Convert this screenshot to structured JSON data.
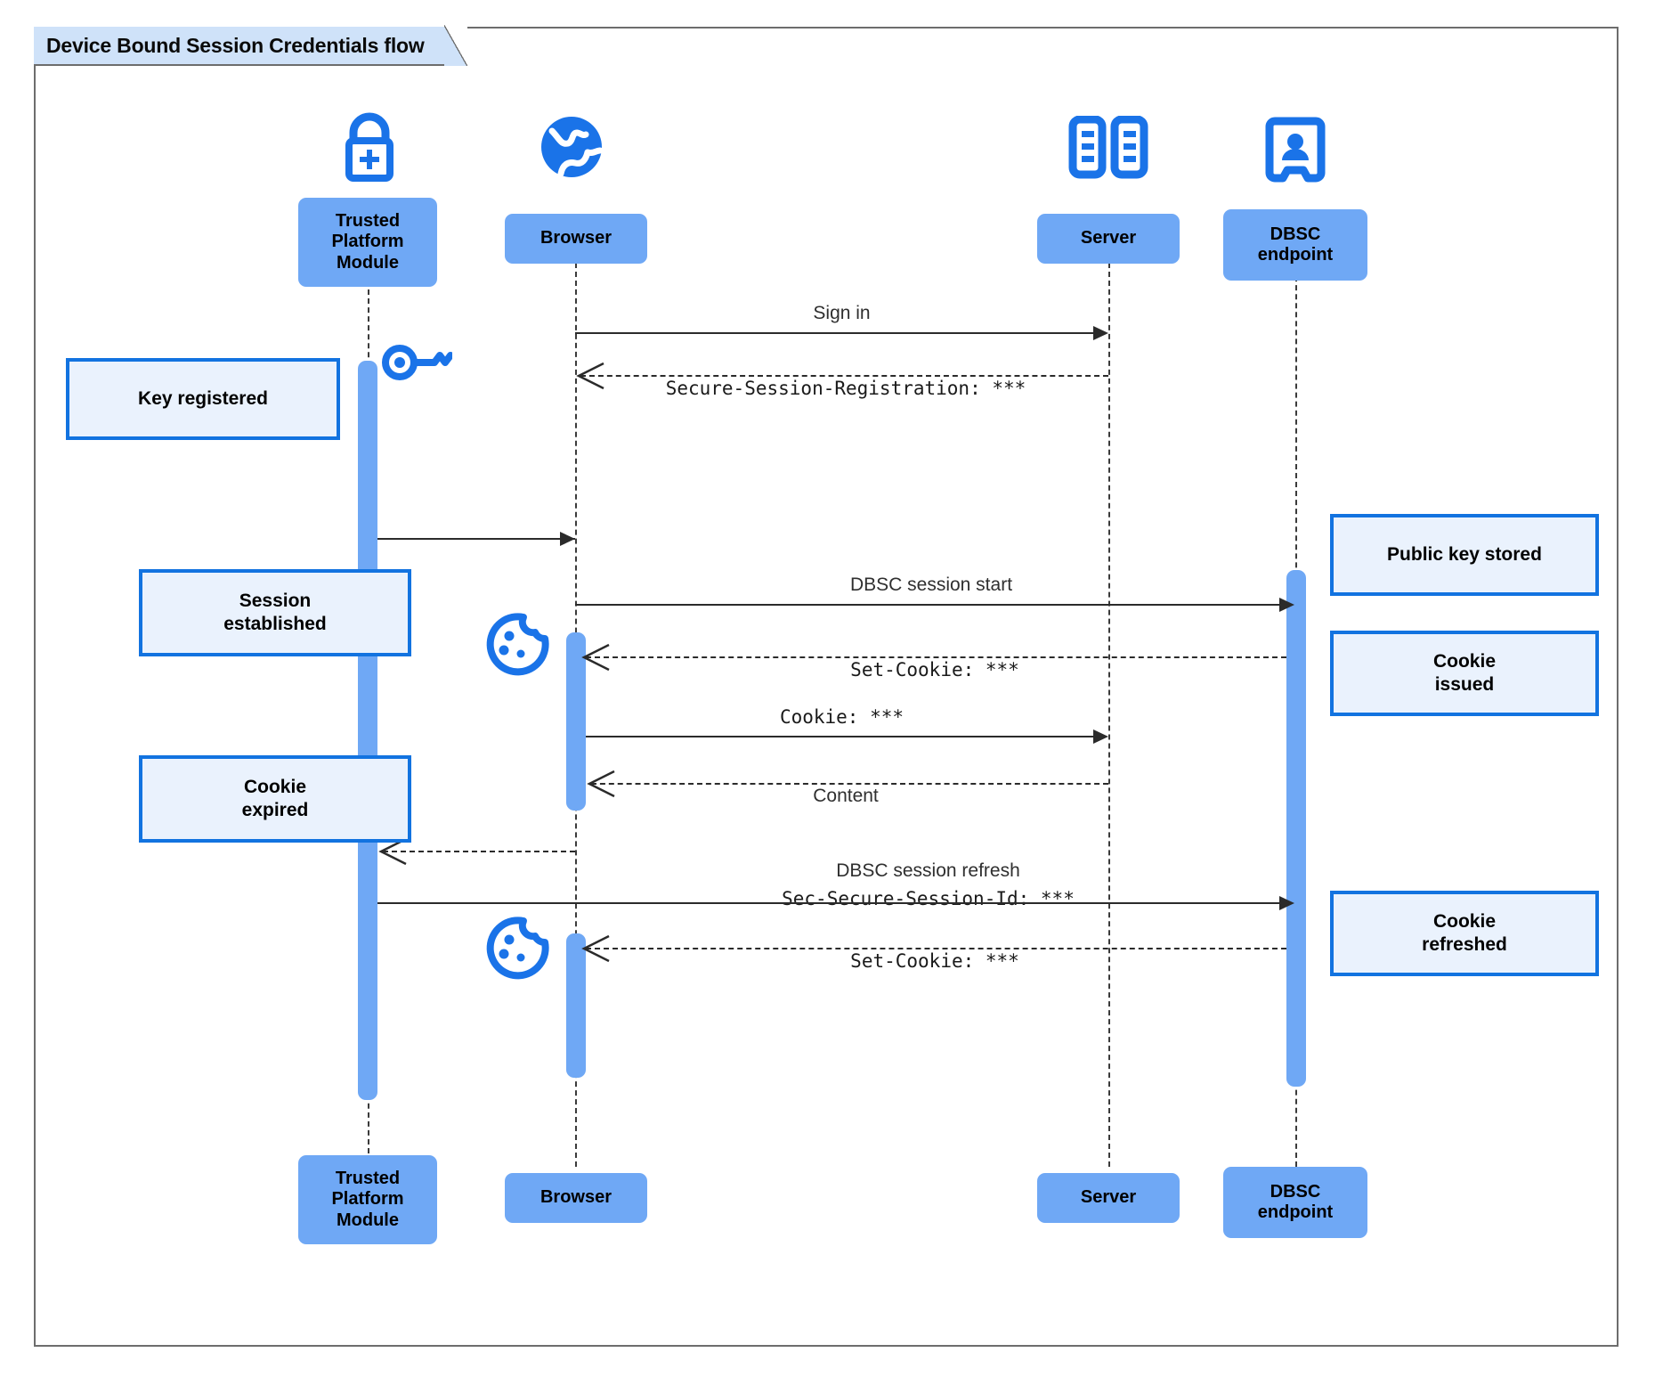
{
  "diagram": {
    "type": "uml-sequence-diagram",
    "title": "Device Bound Session Credentials flow",
    "colors": {
      "participant_fill": "#6fa8f5",
      "note_fill": "#eaf2fd",
      "note_border": "#1273e0",
      "icon_blue": "#1a73e8",
      "frame_border": "#6d6d6d",
      "frame_tab_fill": "#cfe2f9",
      "message_line": "#2b2b2b"
    }
  },
  "participants": [
    {
      "id": "tpm",
      "label": "Trusted\nPlatform\nModule",
      "icon": "lock-plus-icon"
    },
    {
      "id": "browser",
      "label": "Browser",
      "icon": "globe-icon"
    },
    {
      "id": "server",
      "label": "Server",
      "icon": "server-rack-icon"
    },
    {
      "id": "dbsc",
      "label": "DBSC\nendpoint",
      "icon": "id-badge-icon"
    }
  ],
  "participants_bottom": [
    {
      "id": "tpm",
      "label": "Trusted\nPlatform\nModule"
    },
    {
      "id": "browser",
      "label": "Browser"
    },
    {
      "id": "server",
      "label": "Server"
    },
    {
      "id": "dbsc",
      "label": "DBSC\nendpoint"
    }
  ],
  "messages": [
    {
      "id": "m1",
      "from": "browser",
      "to": "server",
      "label": "Sign in",
      "style": "solid",
      "font": "sans"
    },
    {
      "id": "m2",
      "from": "server",
      "to": "browser",
      "label": "Secure-Session-Registration: ***",
      "style": "dashed",
      "font": "mono"
    },
    {
      "id": "m3",
      "from": "tpm",
      "to": "browser",
      "label": "",
      "style": "solid",
      "font": "sans"
    },
    {
      "id": "m4",
      "from": "browser",
      "to": "dbsc",
      "label": "DBSC session start",
      "style": "solid",
      "font": "sans"
    },
    {
      "id": "m5",
      "from": "dbsc",
      "to": "browser",
      "label": "Set-Cookie: ***",
      "style": "dashed",
      "font": "mono"
    },
    {
      "id": "m6",
      "from": "browser",
      "to": "server",
      "label": "Cookie: ***",
      "style": "solid",
      "font": "mono"
    },
    {
      "id": "m7",
      "from": "server",
      "to": "browser",
      "label": "Content",
      "style": "dashed",
      "font": "sans"
    },
    {
      "id": "m8",
      "from": "browser",
      "to": "tpm",
      "label": "",
      "style": "dashed",
      "font": "sans"
    },
    {
      "id": "m9",
      "from": "tpm",
      "to": "dbsc",
      "label_line1": "DBSC session refresh",
      "label_line2": "Sec-Secure-Session-Id: ***",
      "style": "solid",
      "font": "mixed"
    },
    {
      "id": "m10",
      "from": "dbsc",
      "to": "browser",
      "label": "Set-Cookie: ***",
      "style": "dashed",
      "font": "mono"
    }
  ],
  "notes": [
    {
      "id": "n1",
      "side": "left",
      "target": "tpm",
      "label": "Key registered",
      "icon": "key-icon"
    },
    {
      "id": "n2",
      "side": "left",
      "target": "tpm",
      "label": "Session\nestablished"
    },
    {
      "id": "n3",
      "side": "left",
      "target": "tpm",
      "label": "Cookie\nexpired"
    },
    {
      "id": "n4",
      "side": "right",
      "target": "dbsc",
      "label": "Public key stored"
    },
    {
      "id": "n5",
      "side": "right",
      "target": "dbsc",
      "label": "Cookie\nissued"
    },
    {
      "id": "n6",
      "side": "right",
      "target": "dbsc",
      "label": "Cookie\nrefreshed"
    }
  ],
  "decorations": [
    {
      "id": "d1",
      "icon": "key-icon",
      "near": "tpm"
    },
    {
      "id": "d2",
      "icon": "cookie-icon",
      "near": "browser"
    },
    {
      "id": "d3",
      "icon": "cookie-icon",
      "near": "browser"
    }
  ]
}
